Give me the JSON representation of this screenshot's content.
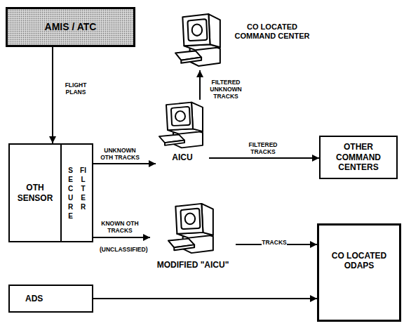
{
  "diagram": {
    "nodes": [
      {
        "text": [
          "AMIS / ATC"
        ]
      },
      {
        "text": [
          "CO LOCATED COMMAND CENTER"
        ]
      },
      {
        "text": [
          "OTH SENSOR"
        ]
      },
      {
        "text": [
          "SECURE FILTER"
        ],
        "in": 2
      },
      {
        "text": [
          "AICU"
        ]
      },
      {
        "text": [
          "OTHER COMMAND CENTERS"
        ]
      },
      {
        "text": [
          "MODIFIED \"AICU\""
        ]
      },
      {
        "text": [
          "CO LOCATED ODAPS"
        ]
      },
      {
        "text": [
          "ADS"
        ]
      }
    ],
    "edges": [
      {
        "from": 0,
        "to": 2,
        "arrow": "to",
        "label": "FLIGHT PLANS"
      },
      {
        "from": 3,
        "to": 4,
        "arrow": "to",
        "label": "UNKNOWN OTH TRACKS"
      },
      {
        "from": 4,
        "to": 1,
        "arrow": "to",
        "label": "FILTERED UNKNOWN TRACKS"
      },
      {
        "from": 4,
        "to": 5,
        "arrow": "to",
        "label": "FILTERED TRACKS"
      },
      {
        "from": 3,
        "to": 6,
        "arrow": "to",
        "label": "KNOWN OTH TRACKS"
      },
      {
        "from": 6,
        "to": 7,
        "arrow": "to",
        "label": "TRACKS"
      },
      {
        "from": 8,
        "to": 7,
        "arrow": "to"
      }
    ],
    "labels": [
      "(UNCLASSIFIED)"
    ]
  }
}
